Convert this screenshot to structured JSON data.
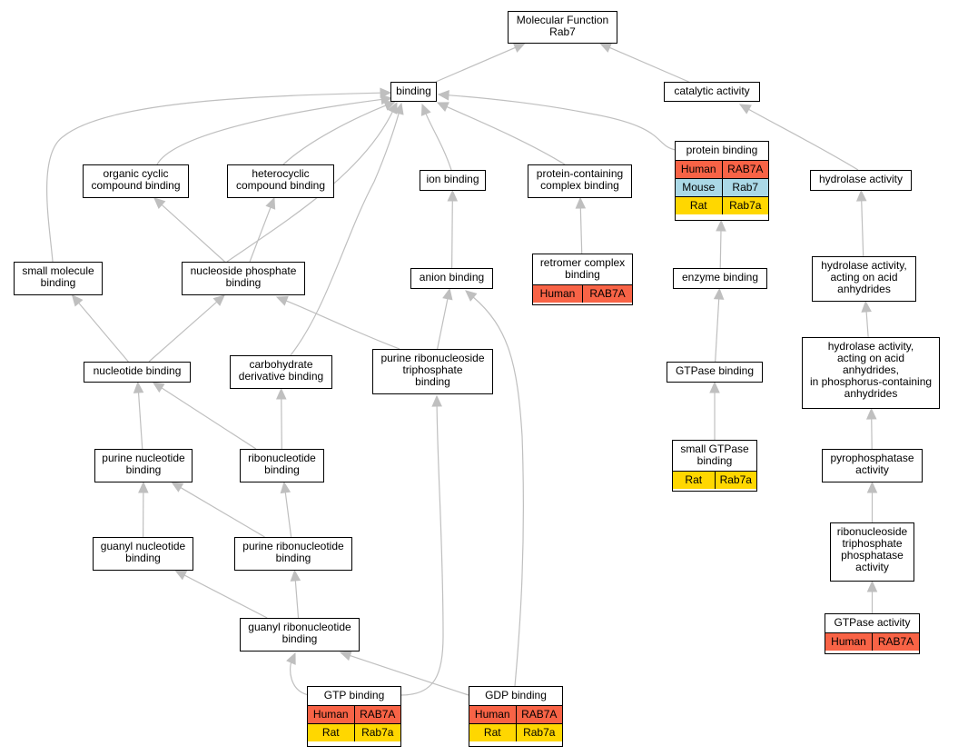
{
  "colors": {
    "edge": "#bfbfbf",
    "Human": "#f86346",
    "Mouse": "#aad8e6",
    "Rat": "#ffd700"
  },
  "nodes": {
    "mf": {
      "lines": [
        "Molecular Function",
        "Rab7"
      ]
    },
    "binding": {
      "lines": [
        "binding"
      ]
    },
    "catalytic": {
      "lines": [
        "catalytic activity"
      ]
    },
    "organic": {
      "lines": [
        "organic cyclic",
        "compound binding"
      ]
    },
    "hetero": {
      "lines": [
        "heterocyclic",
        "compound binding"
      ]
    },
    "ion": {
      "lines": [
        "ion binding"
      ]
    },
    "protcomplex": {
      "lines": [
        "protein-containing",
        "complex binding"
      ]
    },
    "protein": {
      "lines": [
        "protein binding"
      ],
      "rows": [
        [
          "Human",
          "RAB7A"
        ],
        [
          "Mouse",
          "Rab7"
        ],
        [
          "Rat",
          "Rab7a"
        ]
      ]
    },
    "hydrolase": {
      "lines": [
        "hydrolase activity"
      ]
    },
    "smallmol": {
      "lines": [
        "small molecule",
        "binding"
      ]
    },
    "nucphos": {
      "lines": [
        "nucleoside phosphate",
        "binding"
      ]
    },
    "anion": {
      "lines": [
        "anion binding"
      ]
    },
    "retromer": {
      "lines": [
        "retromer complex",
        "binding"
      ],
      "rows": [
        [
          "Human",
          "RAB7A"
        ]
      ]
    },
    "enzyme": {
      "lines": [
        "enzyme binding"
      ]
    },
    "hydacid": {
      "lines": [
        "hydrolase activity,",
        "acting on acid",
        "anhydrides"
      ]
    },
    "nucleotide": {
      "lines": [
        "nucleotide binding"
      ]
    },
    "carbo": {
      "lines": [
        "carbohydrate",
        "derivative binding"
      ]
    },
    "purtri": {
      "lines": [
        "purine ribonucleoside",
        "triphosphate",
        "binding"
      ]
    },
    "gtpasebind": {
      "lines": [
        "GTPase binding"
      ]
    },
    "hydphos": {
      "lines": [
        "hydrolase activity,",
        "acting on acid",
        "anhydrides,",
        "in phosphorus-containing",
        "anhydrides"
      ]
    },
    "purnuc": {
      "lines": [
        "purine nucleotide",
        "binding"
      ]
    },
    "ribonuc": {
      "lines": [
        "ribonucleotide",
        "binding"
      ]
    },
    "smallgtp": {
      "lines": [
        "small GTPase",
        "binding"
      ],
      "rows": [
        [
          "Rat",
          "Rab7a"
        ]
      ]
    },
    "pyro": {
      "lines": [
        "pyrophosphatase",
        "activity"
      ]
    },
    "guanyl": {
      "lines": [
        "guanyl nucleotide",
        "binding"
      ]
    },
    "purribo": {
      "lines": [
        "purine ribonucleotide",
        "binding"
      ]
    },
    "ribotri": {
      "lines": [
        "ribonucleoside",
        "triphosphate",
        "phosphatase",
        "activity"
      ]
    },
    "guanylribo": {
      "lines": [
        "guanyl ribonucleotide",
        "binding"
      ]
    },
    "gtpaseact": {
      "lines": [
        "GTPase activity"
      ],
      "rows": [
        [
          "Human",
          "RAB7A"
        ]
      ]
    },
    "gtp": {
      "lines": [
        "GTP binding"
      ],
      "rows": [
        [
          "Human",
          "RAB7A"
        ],
        [
          "Rat",
          "Rab7a"
        ]
      ]
    },
    "gdp": {
      "lines": [
        "GDP binding"
      ],
      "rows": [
        [
          "Human",
          "RAB7A"
        ],
        [
          "Rat",
          "Rab7a"
        ]
      ]
    }
  }
}
